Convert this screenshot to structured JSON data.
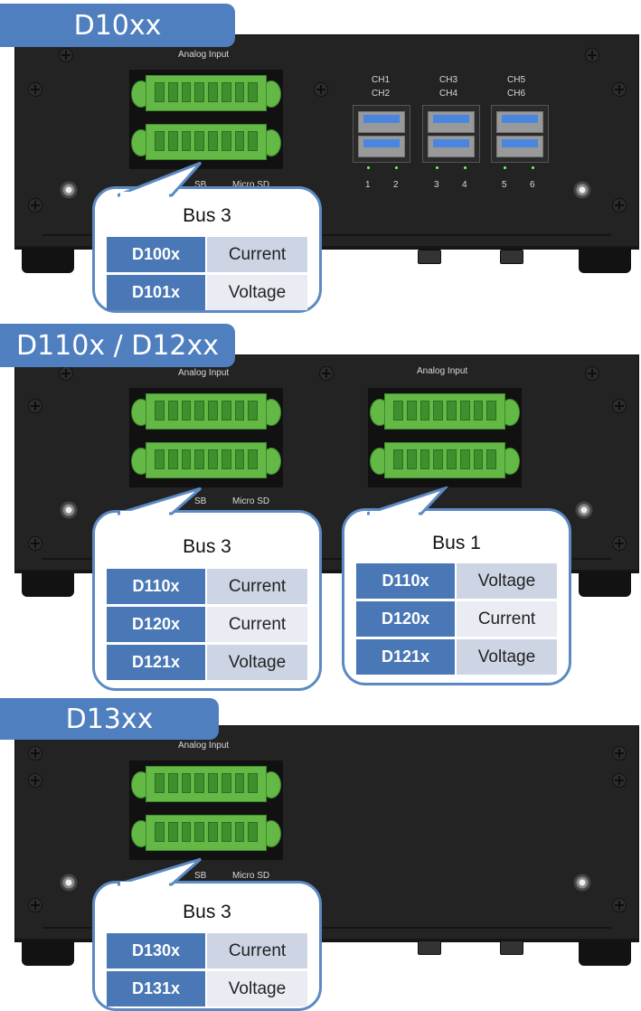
{
  "sections": [
    {
      "tab": "D10xx",
      "device_labels": {
        "analog_input": "Analog Input",
        "usb": "SB",
        "micro_sd": "Micro SD",
        "ch": [
          "CH1",
          "CH2",
          "CH3",
          "CH4",
          "CH5",
          "CH6"
        ],
        "port_numbers": [
          "1",
          "2",
          "3",
          "4",
          "5",
          "6"
        ]
      },
      "bubbles": [
        {
          "title": "Bus 3",
          "rows": [
            {
              "model": "D100x",
              "signal": "Current"
            },
            {
              "model": "D101x",
              "signal": "Voltage"
            }
          ]
        }
      ]
    },
    {
      "tab": "D110x / D12xx",
      "device_labels": {
        "analog_input_left": "Analog Input",
        "analog_input_right": "Analog Input",
        "usb": "SB",
        "micro_sd": "Micro SD"
      },
      "bubbles": [
        {
          "title": "Bus 3",
          "rows": [
            {
              "model": "D110x",
              "signal": "Current"
            },
            {
              "model": "D120x",
              "signal": "Current"
            },
            {
              "model": "D121x",
              "signal": "Voltage"
            }
          ]
        },
        {
          "title": "Bus 1",
          "rows": [
            {
              "model": "D110x",
              "signal": "Voltage"
            },
            {
              "model": "D120x",
              "signal": "Current"
            },
            {
              "model": "D121x",
              "signal": "Voltage"
            }
          ]
        }
      ]
    },
    {
      "tab": "D13xx",
      "device_labels": {
        "analog_input": "Analog Input",
        "usb": "SB",
        "micro_sd": "Micro SD"
      },
      "bubbles": [
        {
          "title": "Bus 3",
          "rows": [
            {
              "model": "D130x",
              "signal": "Current"
            },
            {
              "model": "D131x",
              "signal": "Voltage"
            }
          ]
        }
      ]
    }
  ],
  "colors": {
    "tab_fill": "#4f7fbf",
    "bubble_border": "#5b8ac3",
    "model_cell": "#4a78b6",
    "signal_cell_a": "#cdd5e5",
    "signal_cell_b": "#e9ecf3",
    "terminal_green": "#63b846",
    "device_body": "#232323"
  }
}
